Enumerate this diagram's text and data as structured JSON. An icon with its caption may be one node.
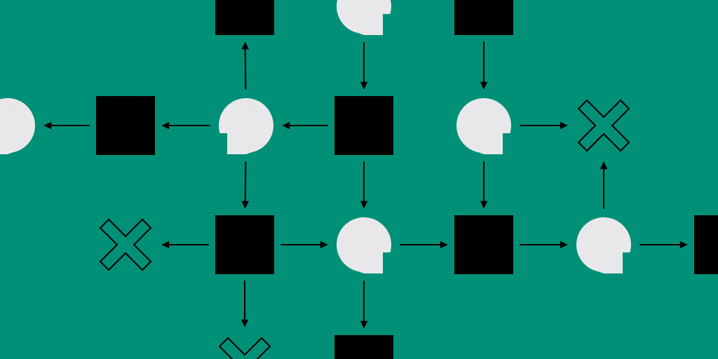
{
  "diagram": {
    "nodes": [
      {
        "text": [],
        "shape": "box"
      },
      {
        "text": [],
        "shape": "head"
      },
      {
        "text": [],
        "shape": "box"
      },
      {
        "text": [],
        "shape": "head"
      },
      {
        "text": [],
        "shape": "box"
      },
      {
        "text": [],
        "shape": "head"
      },
      {
        "text": [],
        "shape": "box"
      },
      {
        "text": [],
        "shape": "head"
      },
      {
        "text": [],
        "shape": "cross"
      },
      {
        "text": [],
        "shape": "cross"
      },
      {
        "text": [],
        "shape": "box"
      },
      {
        "text": [],
        "shape": "head"
      },
      {
        "text": [],
        "shape": "box"
      },
      {
        "text": [],
        "shape": "head"
      },
      {
        "text": [],
        "shape": "box"
      },
      {
        "text": [],
        "shape": "cross"
      },
      {
        "text": [],
        "shape": "box"
      }
    ],
    "edges": [
      {
        "from": 5,
        "to": 0,
        "arrow": "to"
      },
      {
        "from": 1,
        "to": 6,
        "arrow": "to"
      },
      {
        "from": 2,
        "to": 7,
        "arrow": "to"
      },
      {
        "from": 4,
        "to": 3,
        "arrow": "to"
      },
      {
        "from": 5,
        "to": 4,
        "arrow": "to"
      },
      {
        "from": 6,
        "to": 5,
        "arrow": "to"
      },
      {
        "from": 7,
        "to": 8,
        "arrow": "to"
      },
      {
        "from": 5,
        "to": 10,
        "arrow": "to"
      },
      {
        "from": 6,
        "to": 11,
        "arrow": "to"
      },
      {
        "from": 7,
        "to": 12,
        "arrow": "to"
      },
      {
        "from": 13,
        "to": 8,
        "arrow": "to"
      },
      {
        "from": 10,
        "to": 9,
        "arrow": "to"
      },
      {
        "from": 10,
        "to": 11,
        "arrow": "to"
      },
      {
        "from": 11,
        "to": 12,
        "arrow": "to"
      },
      {
        "from": 12,
        "to": 13,
        "arrow": "to"
      },
      {
        "from": 13,
        "to": 14,
        "arrow": "to"
      },
      {
        "from": 10,
        "to": 15,
        "arrow": "to"
      },
      {
        "from": 11,
        "to": 16,
        "arrow": "to"
      }
    ]
  }
}
